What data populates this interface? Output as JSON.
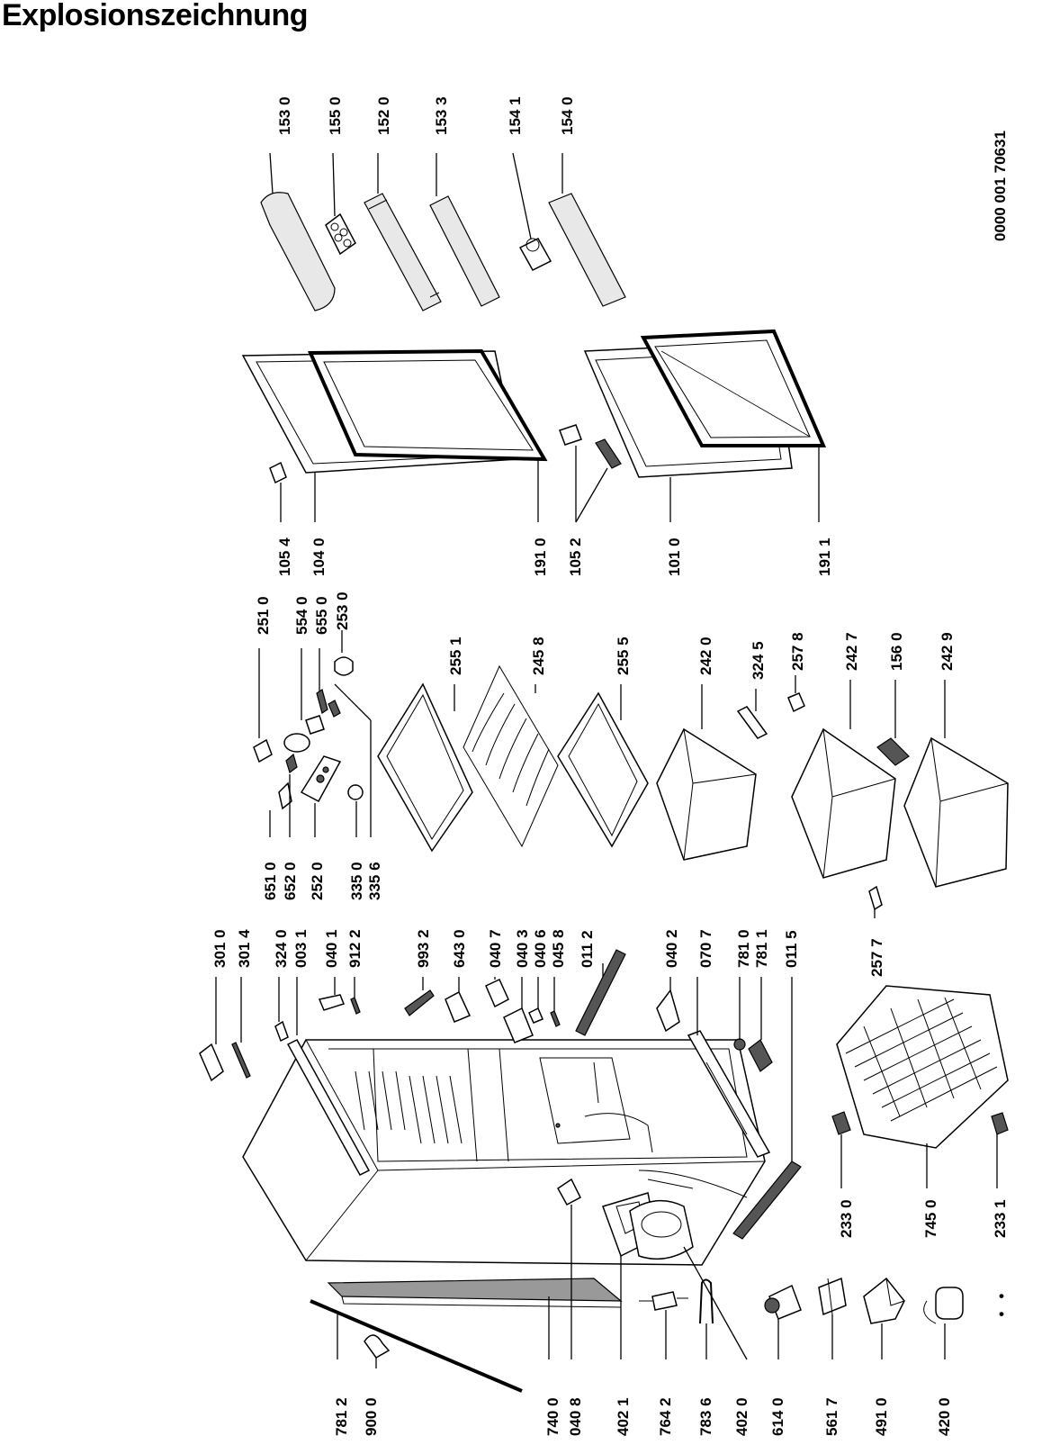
{
  "title": "Explosionszeichnung",
  "doc_number": "0000 001 70631",
  "bullet": "•",
  "labels": {
    "p1530": "153 0",
    "p1550": "155 0",
    "p1520": "152 0",
    "p1533": "153 3",
    "p1541": "154 1",
    "p1540": "154 0",
    "p1054": "105 4",
    "p1040": "104 0",
    "p1910": "191 0",
    "p1052": "105 2",
    "p1010": "101 0",
    "p1911": "191 1",
    "p2510": "251 0",
    "p5540": "554 0",
    "p6550": "655 0",
    "p2530": "253 0",
    "p2551": "255 1",
    "p2458": "245 8",
    "p2555": "255 5",
    "p2420": "242 0",
    "p3245": "324 5",
    "p2578": "257 8",
    "p2427": "242 7",
    "p1560": "156 0",
    "p2429": "242 9",
    "p6510": "651 0",
    "p6520": "652 0",
    "p2520": "252 0",
    "p3350": "335 0",
    "p3356": "335 6",
    "p2577": "257 7",
    "p3010": "301 0",
    "p3014": "301 4",
    "p3240": "324 0",
    "p0031": "003 1",
    "p0401": "040 1",
    "p9122": "912 2",
    "p9932": "993 2",
    "p6430": "643 0",
    "p0407": "040 7",
    "p0403": "040 3",
    "p0406": "040 6",
    "p0458": "045 8",
    "p0112": "011 2",
    "p0402": "040 2",
    "p0707": "070 7",
    "p7810": "781 0",
    "p7811": "781 1",
    "p0115": "011 5",
    "p2330": "233 0",
    "p7450": "745 0",
    "p2331": "233 1",
    "p7812": "781 2",
    "p9000": "900 0",
    "p7400": "740 0",
    "p0408": "040 8",
    "p4021": "402 1",
    "p7642": "764 2",
    "p7836": "783 6",
    "p4020": "402 0",
    "p6140": "614 0",
    "p5617": "561 7",
    "p4910": "491 0",
    "p4200": "420 0"
  }
}
